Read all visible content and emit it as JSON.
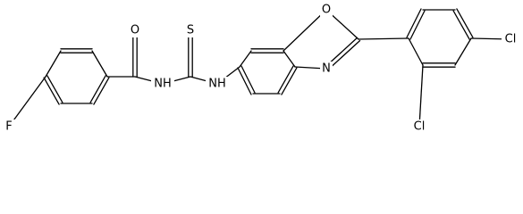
{
  "structure": {
    "atoms": [
      {
        "id": "O1",
        "label": "O",
        "name": "carbonyl-oxygen-label"
      },
      {
        "id": "S1",
        "label": "S",
        "name": "thione-sulfur-label"
      },
      {
        "id": "N1",
        "label": "NH",
        "name": "amide-nh-label"
      },
      {
        "id": "N2",
        "label": "NH",
        "name": "aryl-nh-label"
      },
      {
        "id": "O2",
        "label": "O",
        "name": "oxazole-oxygen-label"
      },
      {
        "id": "N3",
        "label": "N",
        "name": "oxazole-nitrogen-label"
      },
      {
        "id": "F1",
        "label": "F",
        "name": "fluorine-label"
      },
      {
        "id": "Cl1",
        "label": "Cl",
        "name": "chlorine-4-label"
      },
      {
        "id": "Cl2",
        "label": "Cl",
        "name": "chlorine-2-label"
      }
    ]
  }
}
